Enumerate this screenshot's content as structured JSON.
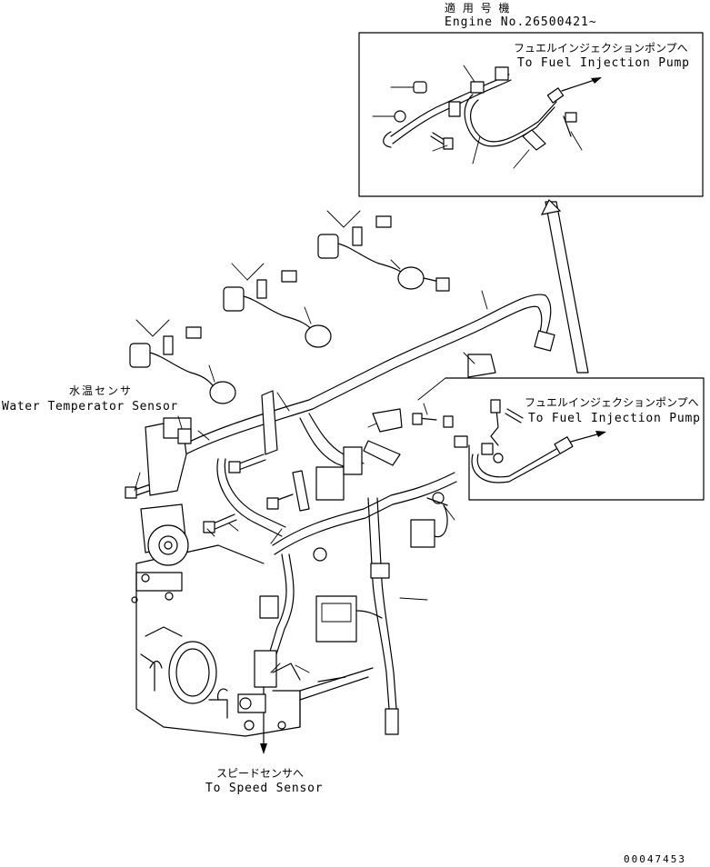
{
  "applicability": {
    "jp": "適 用 号 機",
    "en": "Engine No.26500421~"
  },
  "callouts": {
    "fuel_pump_top_jp": "フュエルインジェクションポンプへ",
    "fuel_pump_top_en": "To Fuel Injection Pump",
    "fuel_pump_right_jp": "フュエルインジェクションポンプへ",
    "fuel_pump_right_en": "To Fuel Injection Pump",
    "water_temp_jp": "水温センサ",
    "water_temp_en": "Water Temperator Sensor",
    "speed_sensor_jp": "スピードセンサへ",
    "speed_sensor_en": "To Speed Sensor"
  },
  "drawing_number": "00047453"
}
